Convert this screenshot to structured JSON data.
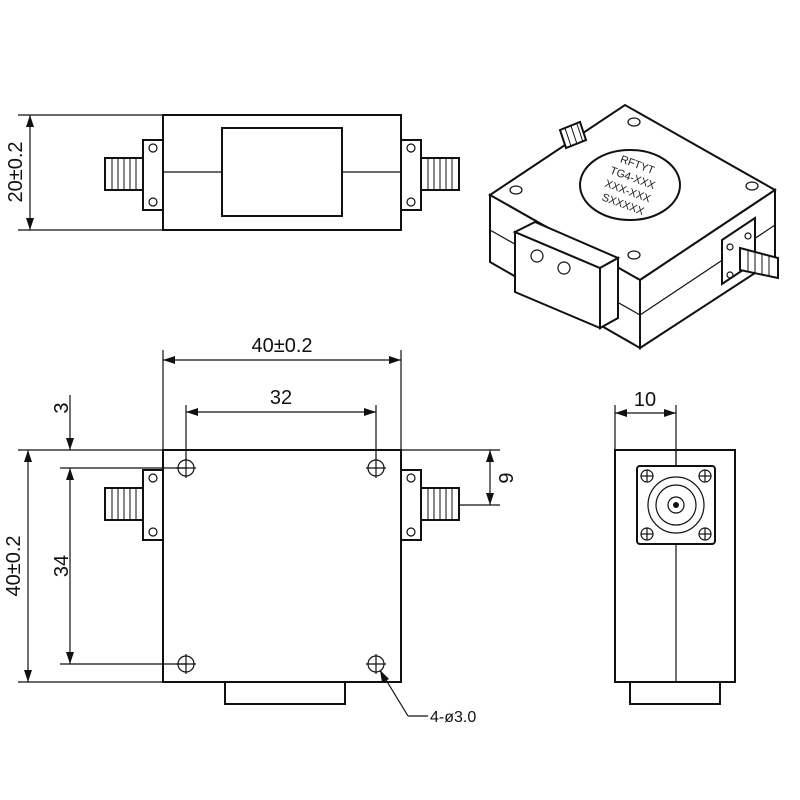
{
  "dimensions": {
    "side_height": "20±0.2",
    "top_width": "40±0.2",
    "hole_spacing_x": "32",
    "hole_offset": "3",
    "connector_offset": "9",
    "top_height": "40±0.2",
    "hole_spacing_y": "34",
    "holes": "4-ø3.0",
    "end_width": "10"
  },
  "product_label": {
    "brand": "RFTYT",
    "line1": "TG4-XXX",
    "line2": "XXX-XXX",
    "line3": "SXXXXX"
  },
  "icons": {
    "connector": "sma-connector-icon",
    "mount_hole": "mount-hole-icon"
  }
}
